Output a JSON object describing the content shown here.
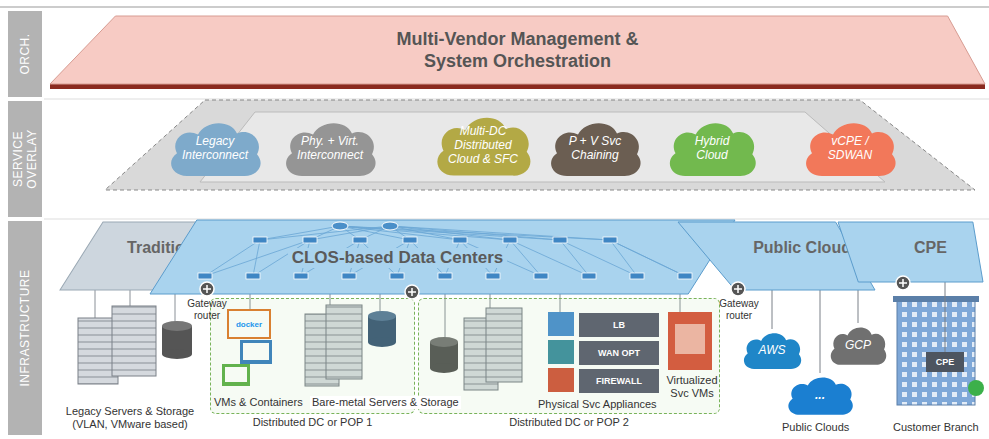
{
  "diagram": {
    "nodes": [
      {
        "text": [
          "ORCH."
        ]
      },
      {
        "text": [
          "SERVICE OVERLAY"
        ]
      },
      {
        "text": [
          "INFRASTRUCTURE"
        ]
      },
      {
        "text": [
          "Multi-Vendor Management & System Orchestration"
        ]
      },
      {
        "text": [
          "Legacy Interconnect"
        ]
      },
      {
        "text": [
          "Phy. + Virt. Interconnect"
        ]
      },
      {
        "text": [
          "Multi-DC Distributed Cloud & SFC"
        ]
      },
      {
        "text": [
          "P + V Svc Chaining"
        ]
      },
      {
        "text": [
          "Hybrid Cloud"
        ]
      },
      {
        "text": [
          "vCPE / SDWAN"
        ]
      },
      {
        "text": [
          "Traditional"
        ]
      },
      {
        "text": [
          "CLOS-based Data Centers"
        ]
      },
      {
        "text": [
          "Public Clouds"
        ]
      },
      {
        "text": [
          "CPE"
        ]
      },
      {
        "text": [
          "Distributed DC or POP 1"
        ]
      },
      {
        "text": [
          "Distributed DC or POP 2"
        ]
      },
      {
        "text": [
          "LB"
        ],
        "in": 15
      },
      {
        "text": [
          "WAN OPT"
        ],
        "in": 15
      },
      {
        "text": [
          "FIREWALL"
        ],
        "in": 15
      },
      {
        "text": [
          "AWS"
        ]
      },
      {
        "text": [
          "GCP"
        ]
      },
      {
        "text": [
          "..."
        ]
      },
      {
        "text": [
          "CPE"
        ]
      }
    ],
    "edges": [
      {
        "from": 12,
        "to": 19,
        "arrow": "none"
      },
      {
        "from": 12,
        "to": 21,
        "arrow": "none"
      },
      {
        "from": 12,
        "to": 20,
        "arrow": "none"
      },
      {
        "from": 13,
        "to": 22,
        "arrow": "none"
      }
    ],
    "labels": [
      "Gateway router",
      "Gateway router",
      "Legacy Servers & Storage (VLAN, VMware based)",
      "docker",
      "VMs & Containers",
      "Bare-metal Servers & Storage",
      "Physical Svc Appliances",
      "Virtualized Svc VMs",
      "Public Clouds",
      "Customer Branch"
    ]
  }
}
